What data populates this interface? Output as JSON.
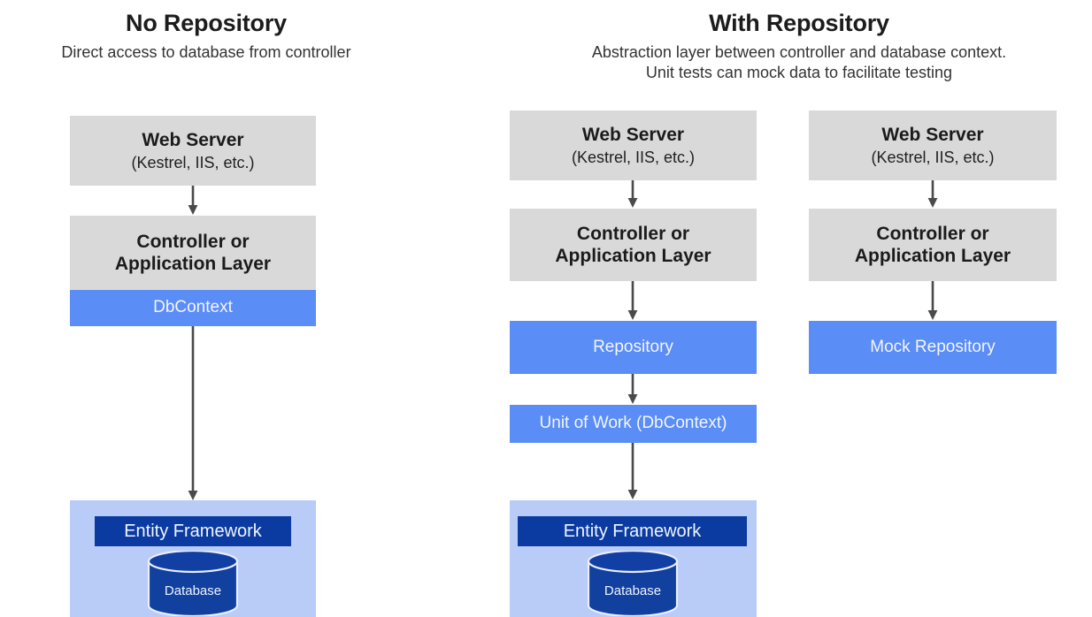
{
  "diagram": {
    "panels": [
      {
        "id": "no-repository",
        "title": "No Repository",
        "subtitle": "Direct access to database from controller"
      },
      {
        "id": "with-repository",
        "title": "With Repository",
        "subtitle": "Abstraction layer between controller and database context.\nUnit tests can mock data to facilitate testing",
        "subtitle_line1": "Abstraction layer between controller and database context.",
        "subtitle_line2": "Unit tests can mock data to facilitate testing"
      }
    ],
    "nodes": {
      "web_server_title": "Web Server",
      "web_server_sub": "(Kestrel, IIS, etc.)",
      "controller_line1": "Controller or",
      "controller_line2": "Application Layer",
      "dbcontext": "DbContext",
      "repository": "Repository",
      "mock_repository": "Mock Repository",
      "unit_of_work": "Unit of Work (DbContext)",
      "entity_framework": "Entity Framework",
      "database": "Database"
    },
    "colors": {
      "gray_box": "#d9d9d9",
      "blue_box": "#5b8df6",
      "light_blue_container": "#b9cbf7",
      "dark_blue_bar": "#0b3ba0",
      "arrow": "#4a4a4a",
      "text_dark": "#1b1b1b",
      "text_light": "#f2f6ff",
      "background": "#ffffff"
    }
  }
}
